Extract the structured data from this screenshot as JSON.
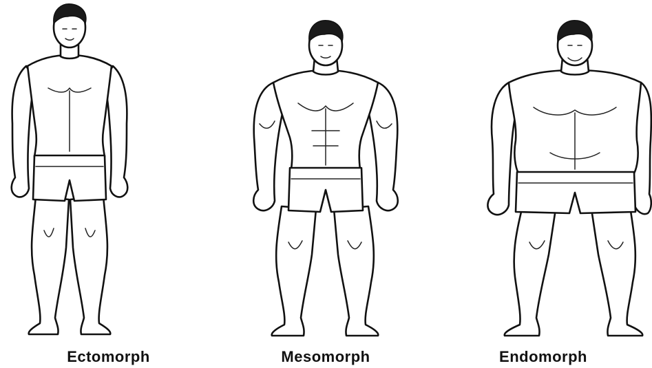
{
  "figures": [
    {
      "label": "Ectomorph"
    },
    {
      "label": "Mesomorph"
    },
    {
      "label": "Endomorph"
    }
  ]
}
